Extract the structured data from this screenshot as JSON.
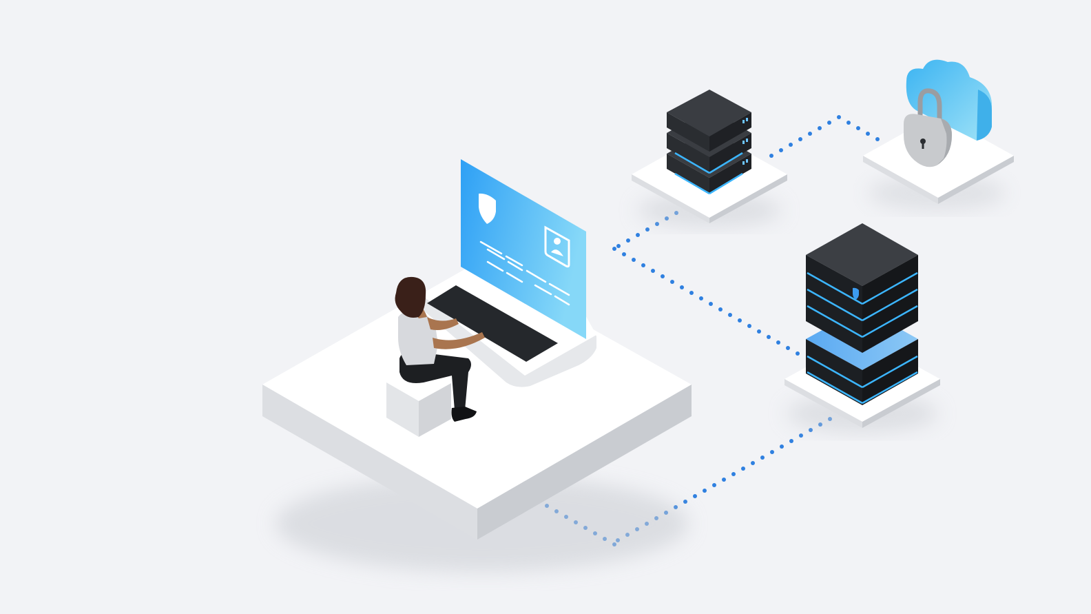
{
  "scene": {
    "background_color": "#f2f3f6",
    "accent_colors": {
      "connector_dots": "#2f7fe0",
      "screen_blue": "#3ba7f4",
      "screen_light": "#7fd3f8",
      "server_dark": "#2a2d31",
      "server_glow": "#3cb6ff",
      "cloud_blue": "#55c4f2"
    },
    "objects": [
      {
        "name": "main-platform"
      },
      {
        "name": "woman-at-keyboard"
      },
      {
        "name": "security-screen",
        "icons": [
          "shield-icon",
          "user-profile-icon"
        ]
      },
      {
        "name": "rack-server-stack"
      },
      {
        "name": "cloud-lock",
        "icons": [
          "cloud-icon",
          "padlock-icon"
        ]
      },
      {
        "name": "tower-server"
      }
    ]
  }
}
